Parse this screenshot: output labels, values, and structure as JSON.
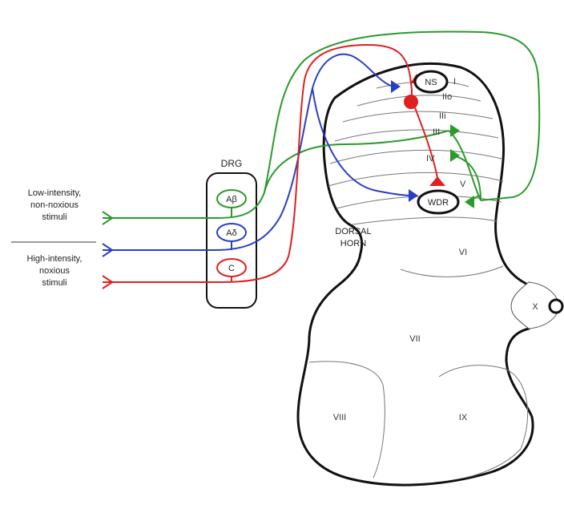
{
  "stimuli": {
    "low_line1": "Low-intensity,",
    "low_line2": "non-noxious",
    "low_line3": "stimuli",
    "high_line1": "High-intensity,",
    "high_line2": "noxious",
    "high_line3": "stimuli"
  },
  "drg": {
    "title": "DRG",
    "fibers": [
      "Aβ",
      "Aδ",
      "C"
    ]
  },
  "regions": {
    "dorsal_line1": "DORSAL",
    "dorsal_line2": "HORN",
    "laminae": [
      "I",
      "IIo",
      "IIi",
      "III",
      "IV",
      "V",
      "VI",
      "VII",
      "VIII",
      "IX",
      "X"
    ]
  },
  "neurons": {
    "ns": "NS",
    "wdr": "WDR"
  },
  "colors": {
    "green": "#2a9a2a",
    "blue": "#2a3fc0",
    "red": "#e02020",
    "outline": "#111111"
  }
}
